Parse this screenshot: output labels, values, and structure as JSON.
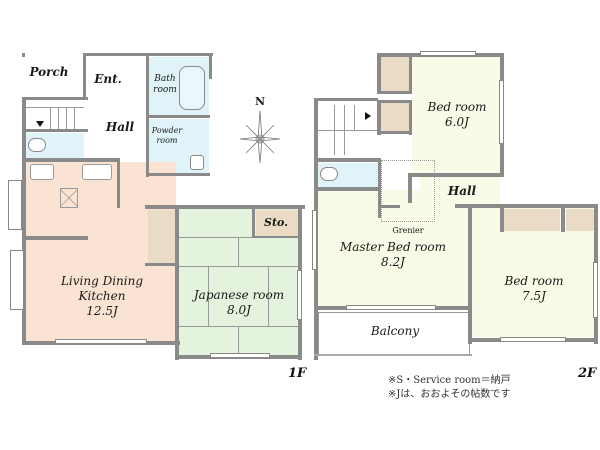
{
  "compass": {
    "label": "N"
  },
  "floor1": {
    "label": "1F",
    "rooms": {
      "porch": {
        "name": "Porch"
      },
      "entrance": {
        "name": "Ent."
      },
      "bath": {
        "name_line1": "Bath",
        "name_line2": "room"
      },
      "powder": {
        "name_line1": "Powder",
        "name_line2": "room"
      },
      "hall": {
        "name": "Hall"
      },
      "ldk": {
        "name_line1": "Living Dining",
        "name_line2": "Kitchen",
        "size": "12.5J"
      },
      "japanese": {
        "name": "Japanese room",
        "size": "8.0J"
      },
      "storage": {
        "name": "Sto."
      }
    }
  },
  "floor2": {
    "label": "2F",
    "rooms": {
      "bed_north": {
        "name": "Bed room",
        "size": "6.0J"
      },
      "hall": {
        "name": "Hall"
      },
      "grenier": {
        "name": "Grenier"
      },
      "master": {
        "name": "Master Bed room",
        "size": "8.2J"
      },
      "bed_east": {
        "name": "Bed room",
        "size": "7.5J"
      },
      "balcony": {
        "name": "Balcony"
      }
    }
  },
  "notes": [
    "※S・Service room＝納戸",
    "※Jは、おおよその帖数です"
  ],
  "colors": {
    "wall": "#8a8a8a",
    "ldk": "#fbe3d3",
    "japanese": "#e3f3de",
    "wet": "#dff3f8",
    "bedroom": "#fafae8",
    "storage": "#eadcc4"
  }
}
